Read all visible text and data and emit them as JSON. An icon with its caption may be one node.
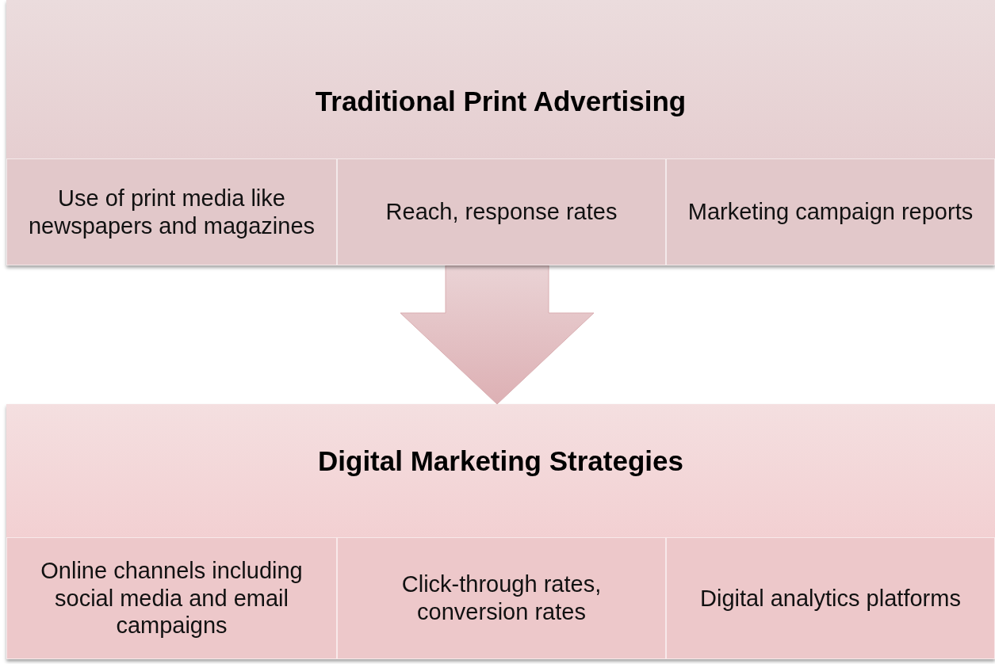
{
  "diagram": {
    "nodes": [
      {
        "text": [
          "Traditional Print Advertising"
        ]
      },
      {
        "text": [
          "Use of print media like newspapers and magazines"
        ],
        "in": 0
      },
      {
        "text": [
          "Reach, response rates"
        ],
        "in": 0
      },
      {
        "text": [
          "Marketing campaign reports"
        ],
        "in": 0
      },
      {
        "text": [
          "Digital Marketing Strategies"
        ]
      },
      {
        "text": [
          "Online channels including social media and email campaigns"
        ],
        "in": 4
      },
      {
        "text": [
          "Click-through rates, conversion rates"
        ],
        "in": 4
      },
      {
        "text": [
          "Digital analytics platforms"
        ],
        "in": 4
      }
    ],
    "edges": [
      {
        "from": 0,
        "to": 4,
        "arrow": "to",
        "style": "thick"
      }
    ]
  }
}
